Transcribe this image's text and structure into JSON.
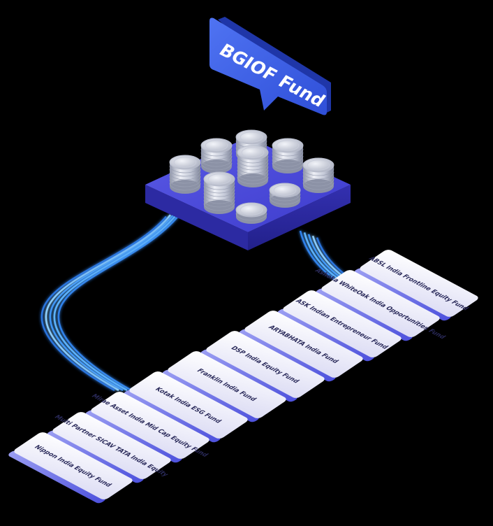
{
  "bubble": {
    "label": "BGIOF Fund"
  },
  "funds": [
    "ABSL India Frontline Equity Fund",
    "Ashoka WhiteOak India Opportunities Fund",
    "ASK Indian Entrepreneur Fund",
    "ARYABHATA India Fund",
    "DSP India Equity Fund",
    "Franklin India Fund",
    "Kotak India ESG Fund",
    "Mirae Asset India Mid Cap Equity Fund",
    "Multi Partner SICAV TATA India Equity",
    "Nippon India Equity Fund"
  ],
  "colors": {
    "background": "#000000",
    "platform_top": "#4a4ad8",
    "platform_side": "#2b2a9a",
    "bubble": "#3b5ce6",
    "wire": "#3aa0ff",
    "card_top": "#f4f4fb",
    "card_side": "#6b6ee8",
    "coin": "#d4d8e4"
  },
  "icons": {
    "coins": "coin-stack-icon"
  }
}
